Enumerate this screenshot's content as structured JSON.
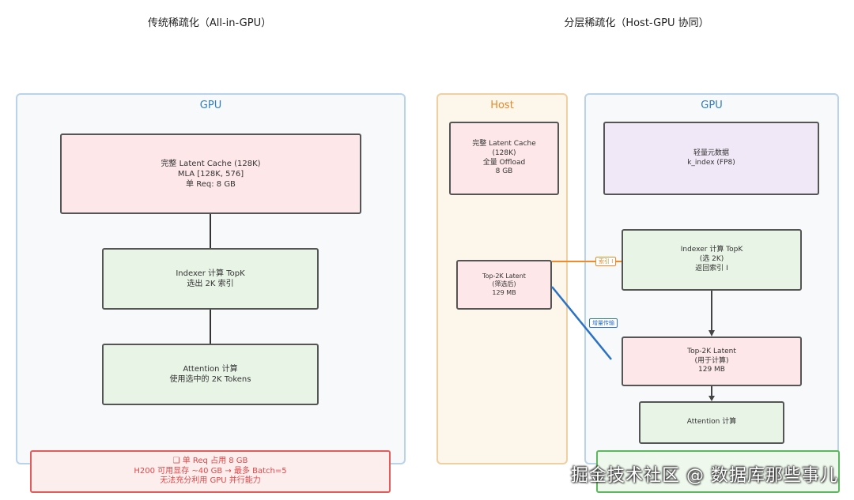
{
  "left": {
    "title": "传统稀疏化（All-in-GPU）",
    "panel_label": "GPU",
    "cache_box": [
      "完整 Latent Cache (128K)",
      "MLA [128K, 576]",
      "单 Req: 8 GB"
    ],
    "indexer_box": [
      "Indexer 计算 TopK",
      "选出 2K 索引"
    ],
    "attention_box": [
      "Attention 计算",
      "使用选中的 2K Tokens"
    ],
    "note": [
      "❑ 单 Req 占用 8 GB",
      "H200 可用显存 ~40 GB → 最多 Batch=5",
      "无法充分利用 GPU 并行能力"
    ]
  },
  "right": {
    "title": "分层稀疏化（Host-GPU 协同）",
    "host_label": "Host",
    "gpu_label": "GPU",
    "host_cache_box": [
      "完整 Latent Cache",
      "(128K)",
      "全量 Offload",
      "8 GB"
    ],
    "host_topk_box": [
      "Top-2K Latent",
      "(筛选后)",
      "129 MB"
    ],
    "meta_box": [
      "轻量元数据",
      "k_index (FP8)"
    ],
    "indexer_box": [
      "Indexer 计算 TopK",
      "(选 2K)",
      "返回索引 I"
    ],
    "gpu_topk_box": [
      "Top-2K Latent",
      "(用于计算)",
      "129 MB"
    ],
    "attention_box": [
      "Attention 计算"
    ],
    "tag_index": "索引 I",
    "tag_transfer": "增量传输"
  },
  "watermark": "掘金技术社区 @ 数据库那些事儿",
  "colors": {
    "gpu_border": "#b9d3ea",
    "gpu_text": "#2f7dc0",
    "host_border": "#f0cfa0",
    "host_text": "#e58a2a",
    "host_bg": "#fdf6ea",
    "gpu_bg": "#f7f9fb",
    "orange_arrow": "#f08a2a",
    "blue_arrow": "#2a72c6",
    "red_note": "#e55a5a",
    "green_note": "#5cb85c"
  }
}
